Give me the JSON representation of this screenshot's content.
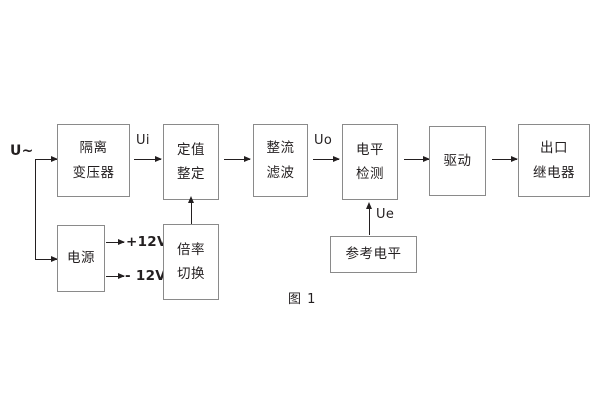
{
  "figure": {
    "caption": "图 1",
    "colors": {
      "background": "#ffffff",
      "box_border": "#8a8a8a",
      "line": "#231f20",
      "text": "#231f20"
    }
  },
  "inputs": {
    "source_label": "U~"
  },
  "blocks": {
    "isolation_transformer": {
      "line1": "隔离",
      "line2": "变压器"
    },
    "setting_value": {
      "line1": "定值",
      "line2": "整定"
    },
    "rectify_filter": {
      "line1": "整流",
      "line2": "滤波"
    },
    "level_detect": {
      "line1": "电平",
      "line2": "检测"
    },
    "drive": {
      "line1": "驱动",
      "line2": ""
    },
    "output_relay": {
      "line1": "出口",
      "line2": "继电器"
    },
    "power_supply": {
      "line1": "电源",
      "line2": ""
    },
    "ratio_switch": {
      "line1": "倍率",
      "line2": "切换"
    },
    "reference_level": {
      "line1": "参考电平",
      "line2": ""
    }
  },
  "signals": {
    "ui": "Ui",
    "uo": "Uo",
    "ue": "Ue",
    "rail_positive": "+12V",
    "rail_negative": "- 12V"
  }
}
